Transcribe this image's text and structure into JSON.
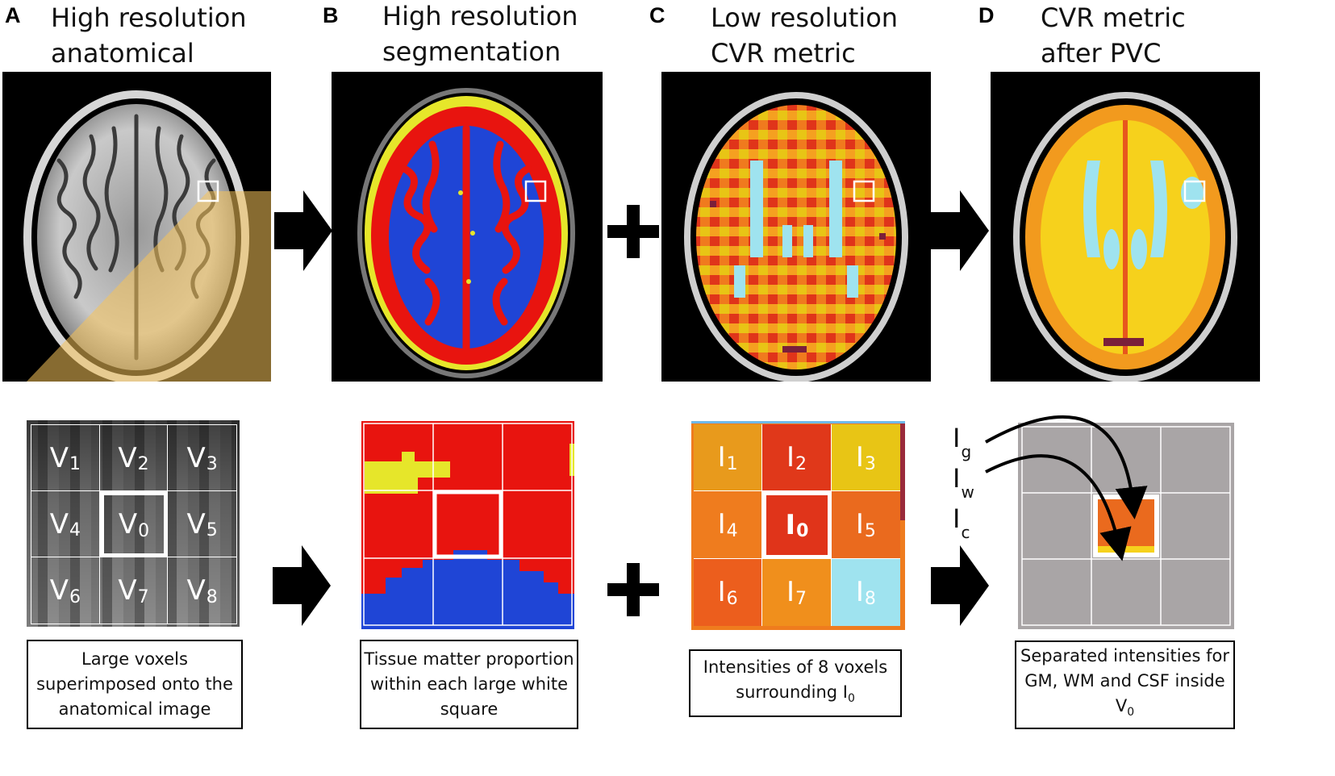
{
  "panels": [
    {
      "letter": "A",
      "title_lines": [
        "High resolution",
        "anatomical"
      ]
    },
    {
      "letter": "B",
      "title_lines": [
        "High resolution",
        "segmentation"
      ]
    },
    {
      "letter": "C",
      "title_lines": [
        "Low resolution",
        "CVR metric"
      ]
    },
    {
      "letter": "D",
      "title_lines": [
        "CVR metric",
        "after PVC"
      ]
    }
  ],
  "voxel_grid": {
    "symbol": "V",
    "labels": [
      "1",
      "2",
      "3",
      "4",
      "0",
      "5",
      "6",
      "7",
      "8"
    ]
  },
  "intensity_grid": {
    "symbol": "I",
    "labels": [
      "1",
      "2",
      "3",
      "4",
      "0",
      "5",
      "6",
      "7",
      "8"
    ],
    "colors": [
      "#e89a1c",
      "#e0381a",
      "#e8c515",
      "#ef7c1e",
      "#e0341a",
      "#ea6a1e",
      "#ec5e1d",
      "#f08f1c",
      "#9fe3ef"
    ]
  },
  "pvc_inputs": [
    {
      "symbol": "I",
      "sub": "g"
    },
    {
      "symbol": "I",
      "sub": "w"
    },
    {
      "symbol": "I",
      "sub": "c"
    }
  ],
  "captions": {
    "a": {
      "lines": [
        "Large voxels",
        "superimposed onto the",
        "anatomical image"
      ]
    },
    "b": {
      "lines": [
        "Tissue matter proportion",
        "within each large white",
        "square"
      ]
    },
    "c": {
      "line1": "Intensities of 8 voxels",
      "line2_text": "surrounding I",
      "line2_sub": "0"
    },
    "d": {
      "line1": "Separated intensities for",
      "line2": "GM, WM and CSF inside",
      "line3_text": "V",
      "line3_sub": "0"
    }
  },
  "colors": {
    "gray_matter": "#e8140f",
    "white_matter": "#1f45d6",
    "csf": "#e6e62a",
    "highlight": "#f5c35a",
    "arrow": "#000000",
    "grid_line": "#ffffff",
    "pvc_gray": "#a9a5a6"
  }
}
